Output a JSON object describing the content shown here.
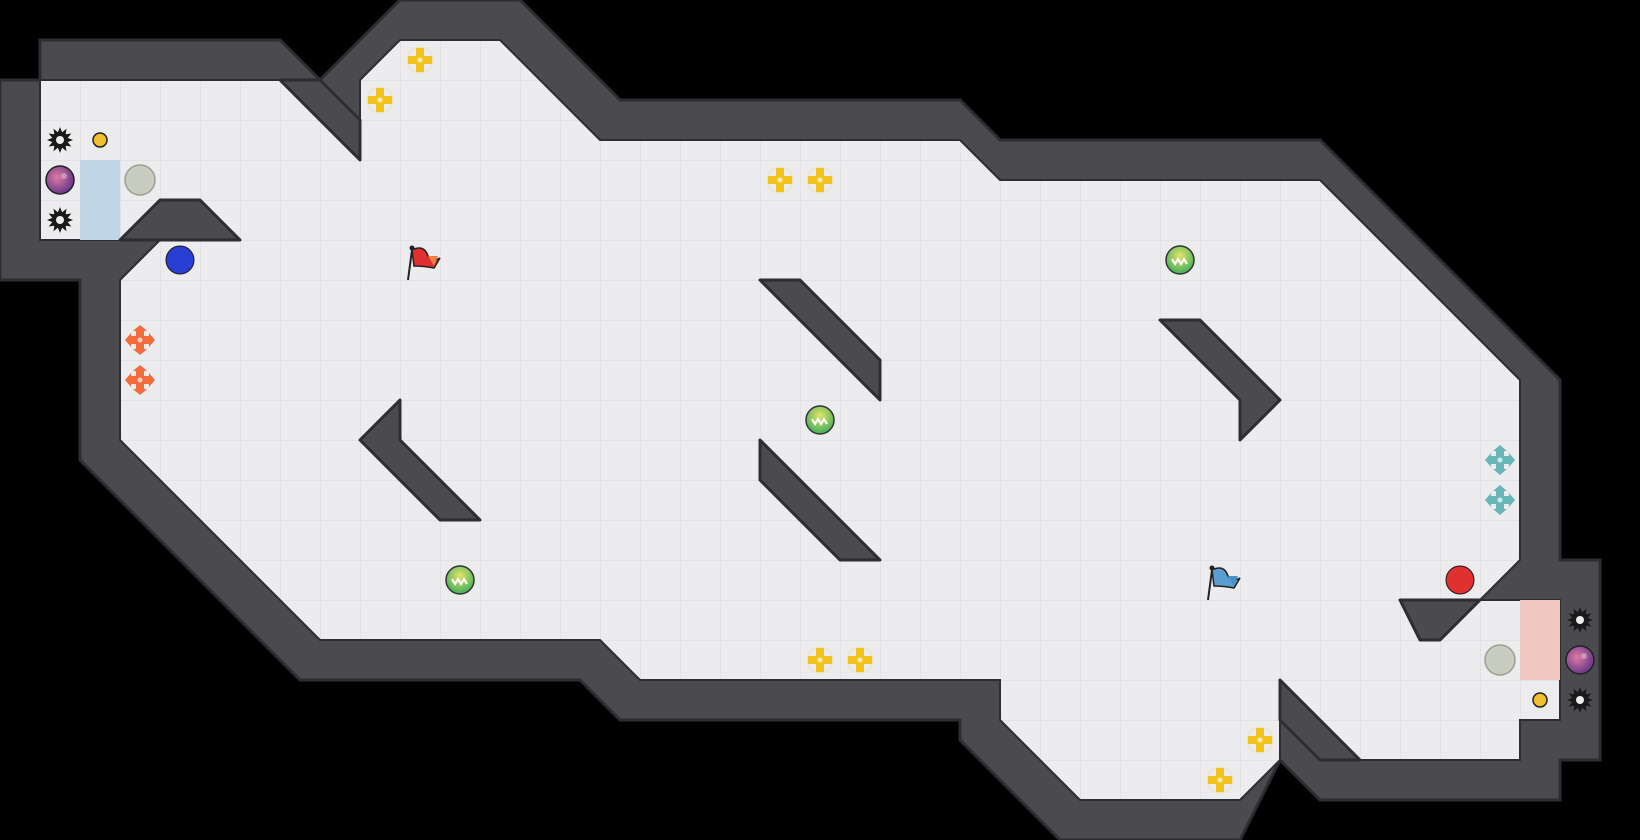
{
  "game": {
    "title": ""
  },
  "map": {
    "grid_size": 40,
    "cols": 41,
    "rows": 21
  },
  "colors": {
    "background": "#000000",
    "floor": "#ECECEE",
    "grid": "#D7D7DB",
    "wall": "#4A4A4F",
    "wall_edge": "#2E2E32",
    "red_team": "#E03030",
    "blue_team": "#2A3ED6",
    "boost": "#F3C21E",
    "red_gate": "#F46A3A",
    "blue_gate": "#69B6B8",
    "blue_zone": "#BFD6E8",
    "red_zone": "#F0C8BF",
    "powerup": "#9ACB4A",
    "portal_inactive": "#C8CCBE",
    "bomb": "#B04A8A",
    "spike": "#1A1A1A",
    "button": "#F0C030"
  },
  "entities": [
    {
      "name": "player-blue",
      "kind": "player",
      "team": "blue",
      "icon": "blue-ball-icon"
    },
    {
      "name": "player-red",
      "kind": "player",
      "team": "red",
      "icon": "red-ball-icon"
    },
    {
      "name": "flag-red",
      "kind": "flag",
      "team": "red",
      "icon": "red-flag-icon"
    },
    {
      "name": "flag-blue",
      "kind": "flag",
      "team": "blue",
      "icon": "blue-flag-icon"
    },
    {
      "name": "powerup-top-right",
      "kind": "powerup",
      "icon": "powerup-icon"
    },
    {
      "name": "powerup-center",
      "kind": "powerup",
      "icon": "powerup-icon"
    },
    {
      "name": "powerup-bottom-left",
      "kind": "powerup",
      "icon": "powerup-icon"
    },
    {
      "name": "bomb-blue-base",
      "kind": "bomb",
      "icon": "bomb-icon"
    },
    {
      "name": "bomb-red-base",
      "kind": "bomb",
      "icon": "bomb-icon"
    },
    {
      "name": "spike-blue-base-top",
      "kind": "spike",
      "icon": "spike-icon"
    },
    {
      "name": "spike-blue-base-bottom",
      "kind": "spike",
      "icon": "spike-icon"
    },
    {
      "name": "spike-red-base-top",
      "kind": "spike",
      "icon": "spike-icon"
    },
    {
      "name": "spike-red-base-bottom",
      "kind": "spike",
      "icon": "spike-icon"
    },
    {
      "name": "button-blue-base",
      "kind": "button",
      "icon": "button-icon"
    },
    {
      "name": "button-red-base",
      "kind": "button",
      "icon": "button-icon"
    },
    {
      "name": "portal-blue-base",
      "kind": "portal",
      "icon": "portal-icon"
    },
    {
      "name": "portal-red-base",
      "kind": "portal",
      "icon": "portal-icon"
    },
    {
      "name": "red-gate-upper",
      "kind": "gate",
      "team": "red",
      "icon": "red-gate-icon"
    },
    {
      "name": "red-gate-lower",
      "kind": "gate",
      "team": "red",
      "icon": "red-gate-icon"
    },
    {
      "name": "blue-gate-upper",
      "kind": "gate",
      "team": "blue",
      "icon": "blue-gate-icon"
    },
    {
      "name": "blue-gate-lower",
      "kind": "gate",
      "team": "blue",
      "icon": "blue-gate-icon"
    },
    {
      "name": "boost-top-1",
      "kind": "boost",
      "icon": "boost-icon"
    },
    {
      "name": "boost-top-2",
      "kind": "boost",
      "icon": "boost-icon"
    },
    {
      "name": "boost-mid-1",
      "kind": "boost",
      "icon": "boost-icon"
    },
    {
      "name": "boost-mid-2",
      "kind": "boost",
      "icon": "boost-icon"
    },
    {
      "name": "boost-bottom-1",
      "kind": "boost",
      "icon": "boost-icon"
    },
    {
      "name": "boost-bottom-2",
      "kind": "boost",
      "icon": "boost-icon"
    },
    {
      "name": "boost-lower-right-1",
      "kind": "boost",
      "icon": "boost-icon"
    },
    {
      "name": "boost-lower-right-2",
      "kind": "boost",
      "icon": "boost-icon"
    }
  ]
}
